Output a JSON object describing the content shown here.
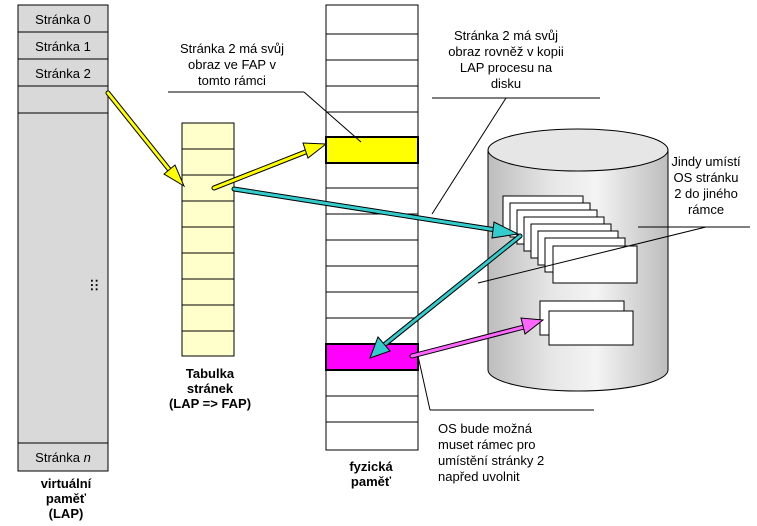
{
  "virtual_memory": {
    "pages": [
      "Stránka 0",
      "Stránka 1",
      "Stránka 2"
    ],
    "last_page_prefix": "Stránka ",
    "last_page_var": "n",
    "ellipsis": ":::",
    "caption": [
      "virtuální",
      "paměť",
      "(LAP)"
    ]
  },
  "page_table": {
    "caption": [
      "Tabulka",
      "stránek",
      "(LAP => FAP)"
    ]
  },
  "physical_memory": {
    "caption": [
      "fyzická",
      "paměť"
    ]
  },
  "annotations": {
    "frame_note": [
      "Stránka 2 má svůj",
      "obraz ve FAP v",
      "tomto rámci"
    ],
    "disk_copy_note": [
      "Stránka 2 má svůj",
      "obraz rovněž v kopii",
      "LAP procesu na",
      "disku"
    ],
    "other_frame_note": [
      "Jindy umístí",
      "OS stránku",
      "2 do jiného",
      "rámce"
    ],
    "evict_note": [
      "OS bude možná",
      "muset rámec pro",
      "umístění stránky 2",
      "napřed uvolnit"
    ]
  },
  "colors": {
    "gray_fill": "#d9d9d9",
    "table_fill": "#ffffcc",
    "frame_highlight": "#ffff00",
    "evict_frame": "#ff00ff",
    "arrow_yellow": "#ffff00",
    "arrow_cyan": "#33cccc",
    "arrow_magenta": "#ff66ff"
  }
}
